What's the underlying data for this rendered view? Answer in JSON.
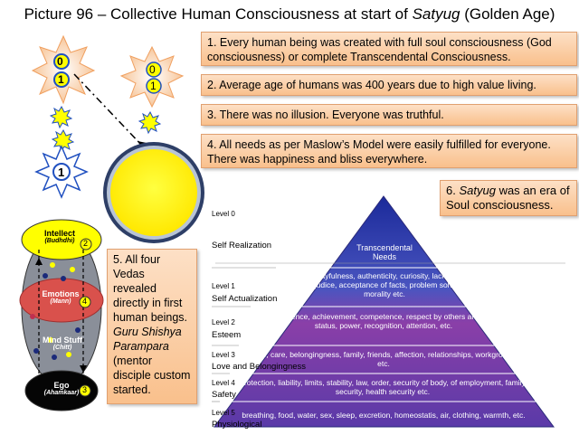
{
  "title": {
    "prefix": "Picture 96 – Collective Human Consciousness at start of ",
    "italic": "Satyug",
    "suffix": " (Golden Age)"
  },
  "boxes": [
    {
      "id": "box1",
      "text": "1. Every human being was created with full soul consciousness (God consciousness) or complete Transcendental Consciousness."
    },
    {
      "id": "box2",
      "text": "2. Average age of humans was 400 years due to high value living."
    },
    {
      "id": "box3",
      "text": "3. There was no illusion. Everyone was truthful."
    },
    {
      "id": "box4",
      "text": "4. All needs as per Maslow’s Model were easily fulfilled for everyone. There was happiness and bliss everywhere."
    },
    {
      "id": "box5",
      "prefix": "5. All four Vedas revealed directly in first human beings. ",
      "italic": "Guru Shishya Parampara",
      "suffix": " (mentor disciple custom started."
    },
    {
      "id": "box6",
      "prefix": "6. ",
      "italic": "Satyug",
      "suffix": " was an era of Soul consciousness."
    }
  ],
  "stars": {
    "top_left_0": "0",
    "top_left_1": "1",
    "top_right_0": "0",
    "top_right_1": "1",
    "middle_1": "1"
  },
  "mind": {
    "intellect": "Intellect",
    "intellect_sub": "(Budhdhi)",
    "intellect_num": "2",
    "emotions": "Emotions",
    "emotions_sub": "(Mann)",
    "emotions_num": "4",
    "mindstuff": "Mind Stuff",
    "mindstuff_sub": "(Chitt)",
    "ego": "Ego",
    "ego_sub": "(Ahamkaar)",
    "ego_num": "3"
  },
  "maslow": [
    {
      "level": "Level 0",
      "name": "Self Realization",
      "text": "Transcendental Needs"
    },
    {
      "level": "Level 1",
      "name": "Self Actualization",
      "text": "playfulness, authenticity, curiosity, lack of prejudice, acceptance of facts, problem solving, morality etc."
    },
    {
      "level": "Level 2",
      "name": "Esteem",
      "text": "confidence, achievement, competence, respect by others and self, status, power, recognition, attention, etc."
    },
    {
      "level": "Level 3",
      "name": "Love and Belongingness",
      "text": "love, care, belongingness, family, friends, affection, relationships, workgroups etc."
    },
    {
      "level": "Level 4",
      "name": "Safety",
      "text": "protection, liability, limits, stability, law, order, security of body, of employment, family security, health security etc."
    },
    {
      "level": "Level 5",
      "name": "Physiological",
      "text": "breathing, food, water, sex, sleep, excretion, homeostatis, air, clothing, warmth, etc."
    }
  ],
  "colors": {
    "box_fill": "#f9c08c",
    "pyramid_top": "#2b3a9a",
    "pyramid_mid": "#7b3fa0",
    "sun": "#ffff00",
    "sun_ring": "#4a5a7a"
  }
}
